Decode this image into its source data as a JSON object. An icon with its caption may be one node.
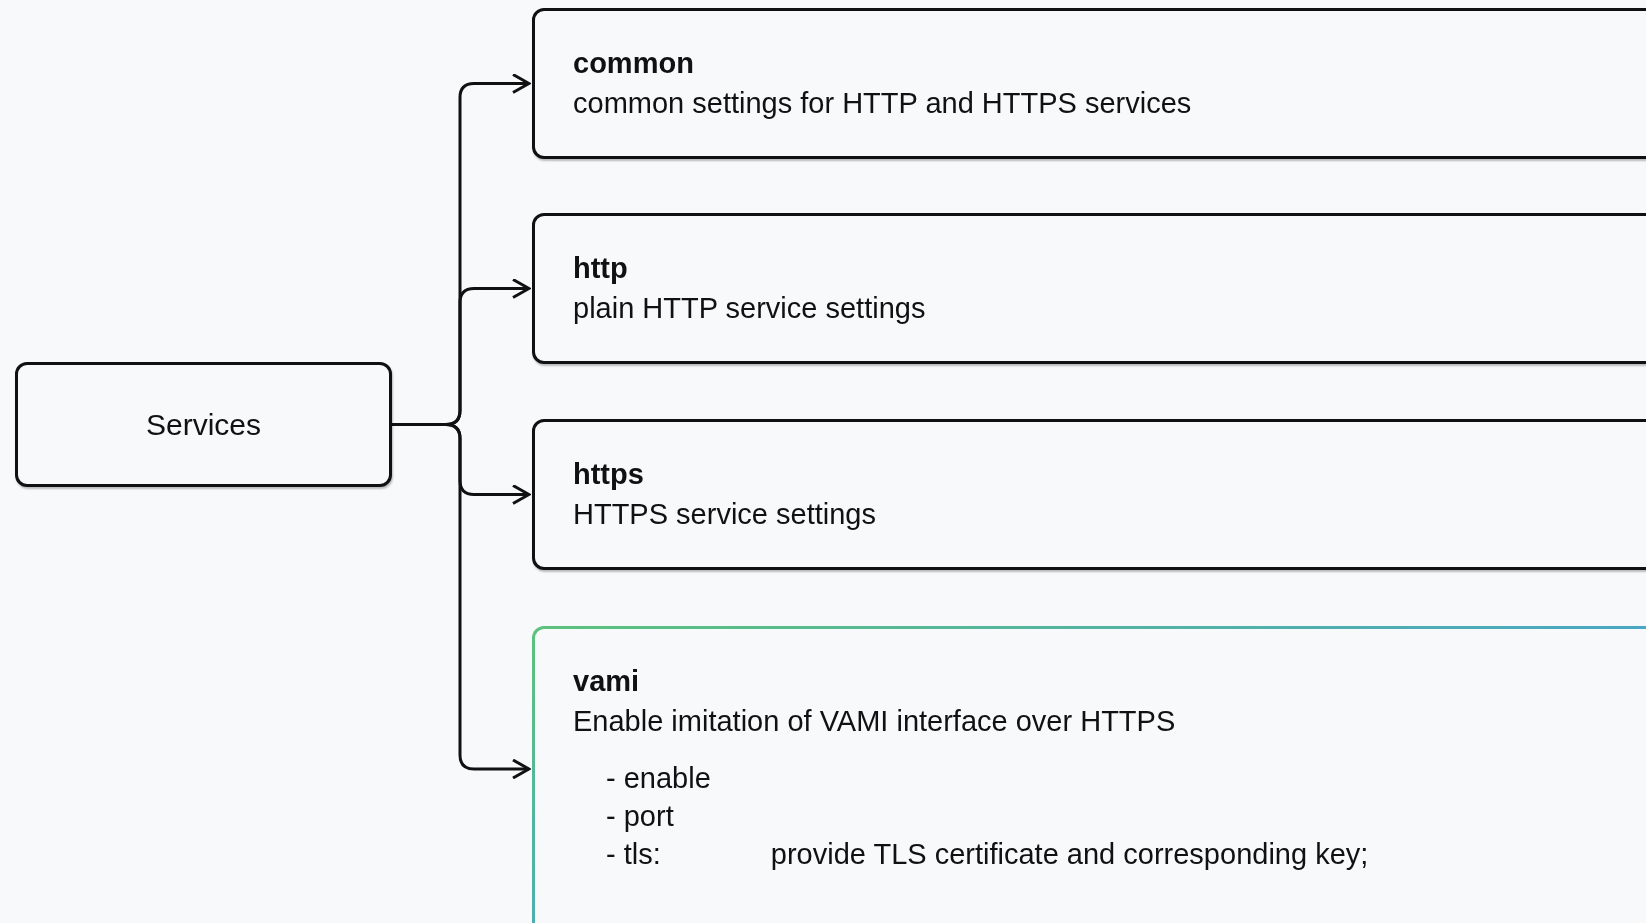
{
  "diagram": {
    "nodes": [
      {
        "text": [
          "Services"
        ]
      },
      {
        "text": [
          "common",
          "common settings for HTTP and HTTPS services"
        ]
      },
      {
        "text": [
          "http",
          "plain HTTP service settings"
        ]
      },
      {
        "text": [
          "https",
          "HTTPS service settings"
        ]
      },
      {
        "text": [
          "vami",
          "Enable imitation of VAMI interface over HTTPS",
          "- enable",
          "- port",
          "- tls:",
          "provide TLS certificate and corresponding key;"
        ]
      }
    ],
    "edges": [
      {
        "from": 0,
        "to": 1,
        "arrow": "to"
      },
      {
        "from": 0,
        "to": 2,
        "arrow": "to"
      },
      {
        "from": 0,
        "to": 3,
        "arrow": "to"
      },
      {
        "from": 0,
        "to": 4,
        "arrow": "to"
      }
    ]
  }
}
